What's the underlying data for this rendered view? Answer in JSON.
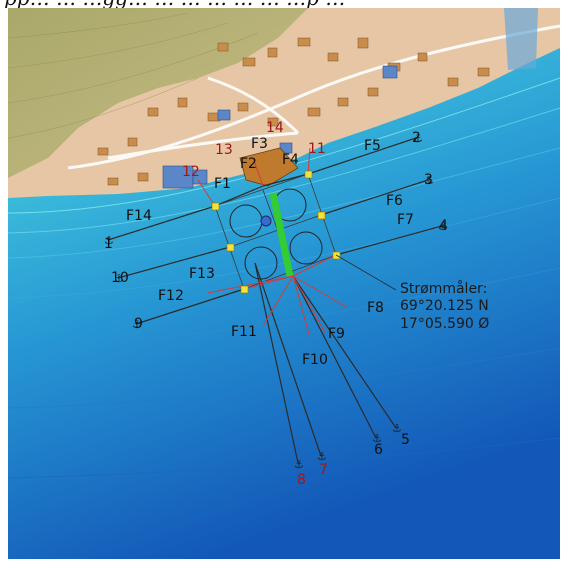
{
  "caption": "pp… … …gg… … … … … … …p …",
  "current_meter": {
    "label": "Strømmåler:",
    "lat": "69°20.125 N",
    "lon": "17°05.590 Ø"
  },
  "mooring_labels": {
    "F1": "F1",
    "F2": "F2",
    "F3": "F3",
    "F4": "F4",
    "F5": "F5",
    "F6": "F6",
    "F7": "F7",
    "F8": "F8",
    "F9": "F9",
    "F10": "F10",
    "F11": "F11",
    "F12": "F12",
    "F13": "F13",
    "F14": "F14"
  },
  "anchor_labels": {
    "a1": "1",
    "a2": "2",
    "a3": "3",
    "a4": "4",
    "a5": "5",
    "a6": "6",
    "a7": "7",
    "a8": "8",
    "a9": "9",
    "a10": "10",
    "a11": "11",
    "a12": "12",
    "a13": "13",
    "a14": "14"
  },
  "colors": {
    "land": "#e8c9a8",
    "hillside": "#b5b57a",
    "shallow_water": "#5fd3e0",
    "deep_water": "#1f72c8",
    "mooring_line": "#2b2b2b",
    "bridle_line": "#d23c3c",
    "buoy": "#f2e23a",
    "feed_barge": "#33cc33",
    "label_red": "#a01818"
  }
}
